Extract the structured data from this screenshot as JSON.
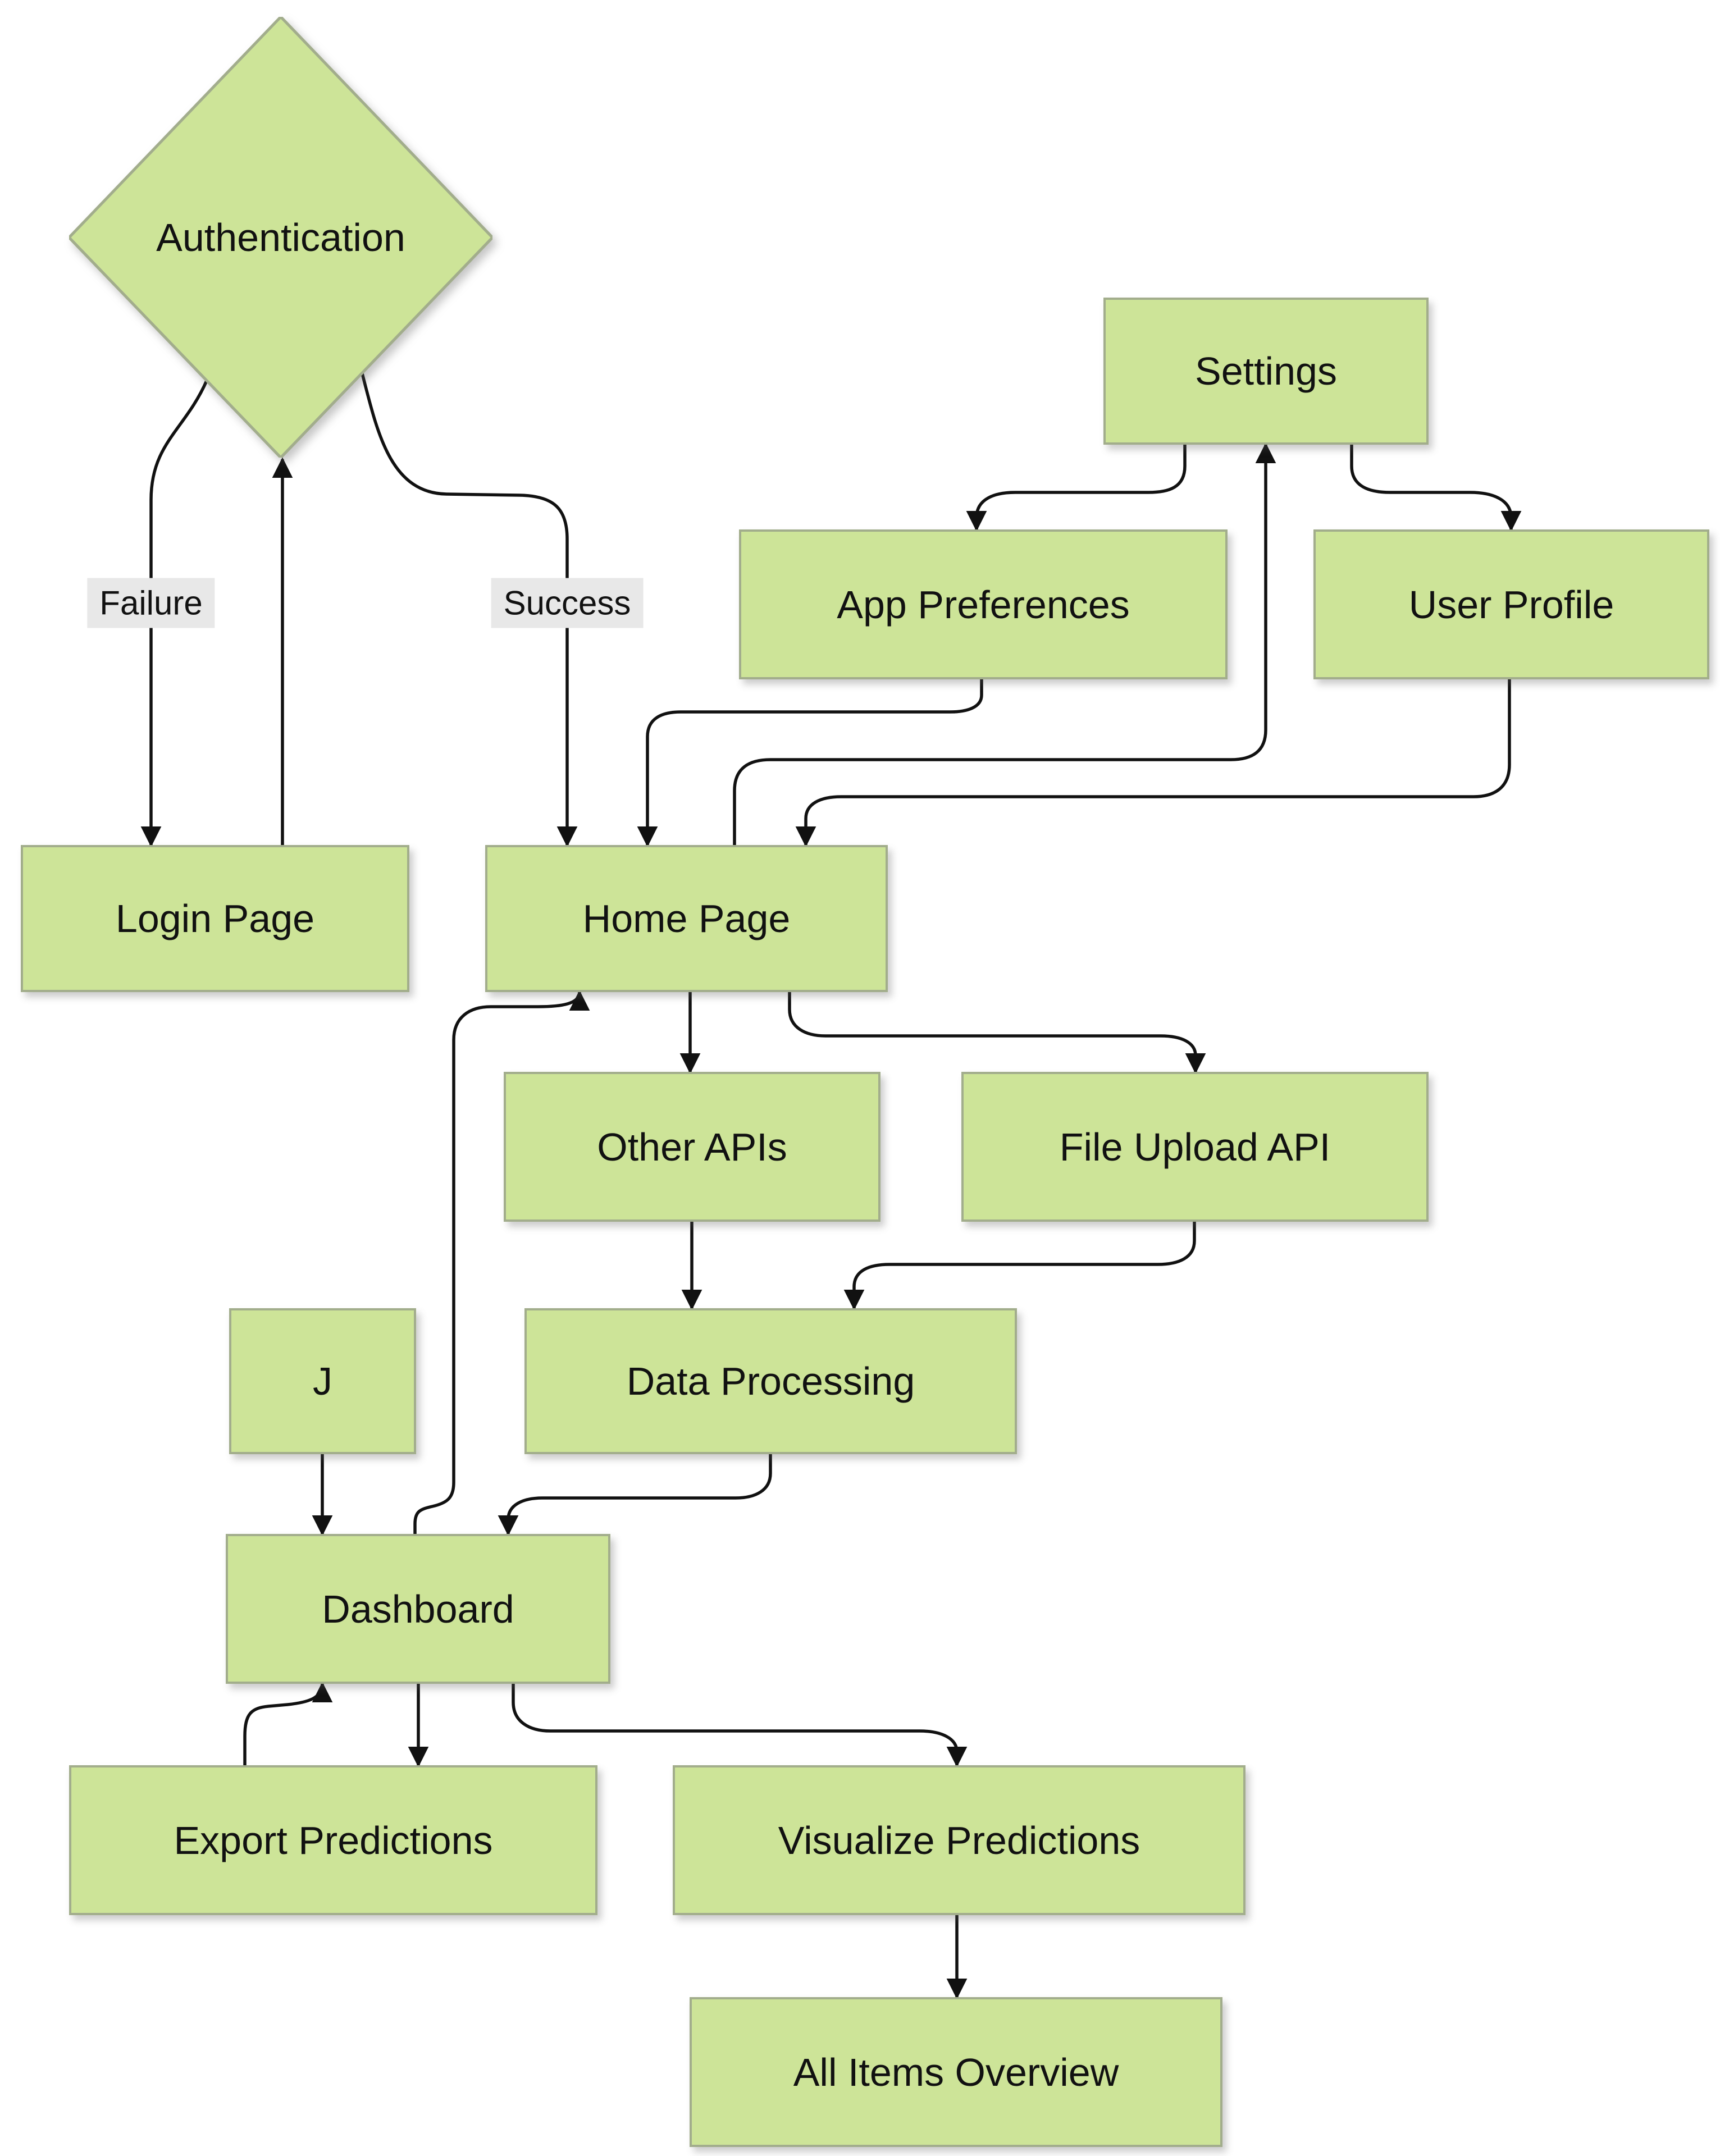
{
  "diagram": {
    "type": "flowchart",
    "nodes": {
      "authentication": {
        "label": "Authentication",
        "shape": "diamond"
      },
      "settings": {
        "label": "Settings",
        "shape": "rect"
      },
      "app_preferences": {
        "label": "App Preferences",
        "shape": "rect"
      },
      "user_profile": {
        "label": "User Profile",
        "shape": "rect"
      },
      "login_page": {
        "label": "Login Page",
        "shape": "rect"
      },
      "home_page": {
        "label": "Home Page",
        "shape": "rect"
      },
      "other_apis": {
        "label": "Other APIs",
        "shape": "rect"
      },
      "file_upload_api": {
        "label": "File Upload API",
        "shape": "rect"
      },
      "j": {
        "label": "J",
        "shape": "rect"
      },
      "data_processing": {
        "label": "Data Processing",
        "shape": "rect"
      },
      "dashboard": {
        "label": "Dashboard",
        "shape": "rect"
      },
      "export_predictions": {
        "label": "Export Predictions",
        "shape": "rect"
      },
      "visualize_predictions": {
        "label": "Visualize Predictions",
        "shape": "rect"
      },
      "all_items_overview": {
        "label": "All Items Overview",
        "shape": "rect"
      }
    },
    "edge_labels": {
      "failure": "Failure",
      "success": "Success"
    },
    "edges": [
      {
        "from": "Authentication",
        "to": "Login Page",
        "label": "Failure"
      },
      {
        "from": "Login Page",
        "to": "Authentication",
        "label": ""
      },
      {
        "from": "Authentication",
        "to": "Home Page",
        "label": "Success"
      },
      {
        "from": "Settings",
        "to": "App Preferences",
        "label": ""
      },
      {
        "from": "Settings",
        "to": "User Profile",
        "label": ""
      },
      {
        "from": "App Preferences",
        "to": "Home Page",
        "label": ""
      },
      {
        "from": "User Profile",
        "to": "Home Page",
        "label": ""
      },
      {
        "from": "Home Page",
        "to": "Settings",
        "label": ""
      },
      {
        "from": "Home Page",
        "to": "Other APIs",
        "label": ""
      },
      {
        "from": "Home Page",
        "to": "File Upload API",
        "label": ""
      },
      {
        "from": "Other APIs",
        "to": "Data Processing",
        "label": ""
      },
      {
        "from": "File Upload API",
        "to": "Data Processing",
        "label": ""
      },
      {
        "from": "J",
        "to": "Dashboard",
        "label": ""
      },
      {
        "from": "Data Processing",
        "to": "Dashboard",
        "label": ""
      },
      {
        "from": "Dashboard",
        "to": "Home Page",
        "label": ""
      },
      {
        "from": "Dashboard",
        "to": "Export Predictions",
        "label": ""
      },
      {
        "from": "Export Predictions",
        "to": "Dashboard",
        "label": ""
      },
      {
        "from": "Dashboard",
        "to": "Visualize Predictions",
        "label": ""
      },
      {
        "from": "Visualize Predictions",
        "to": "All Items Overview",
        "label": ""
      }
    ],
    "colors": {
      "node_fill": "#cde498",
      "node_border": "#a2ad8c",
      "edge": "#111111",
      "edge_label_bg": "#e8e8e8",
      "text": "#111111",
      "background": "#ffffff"
    }
  }
}
